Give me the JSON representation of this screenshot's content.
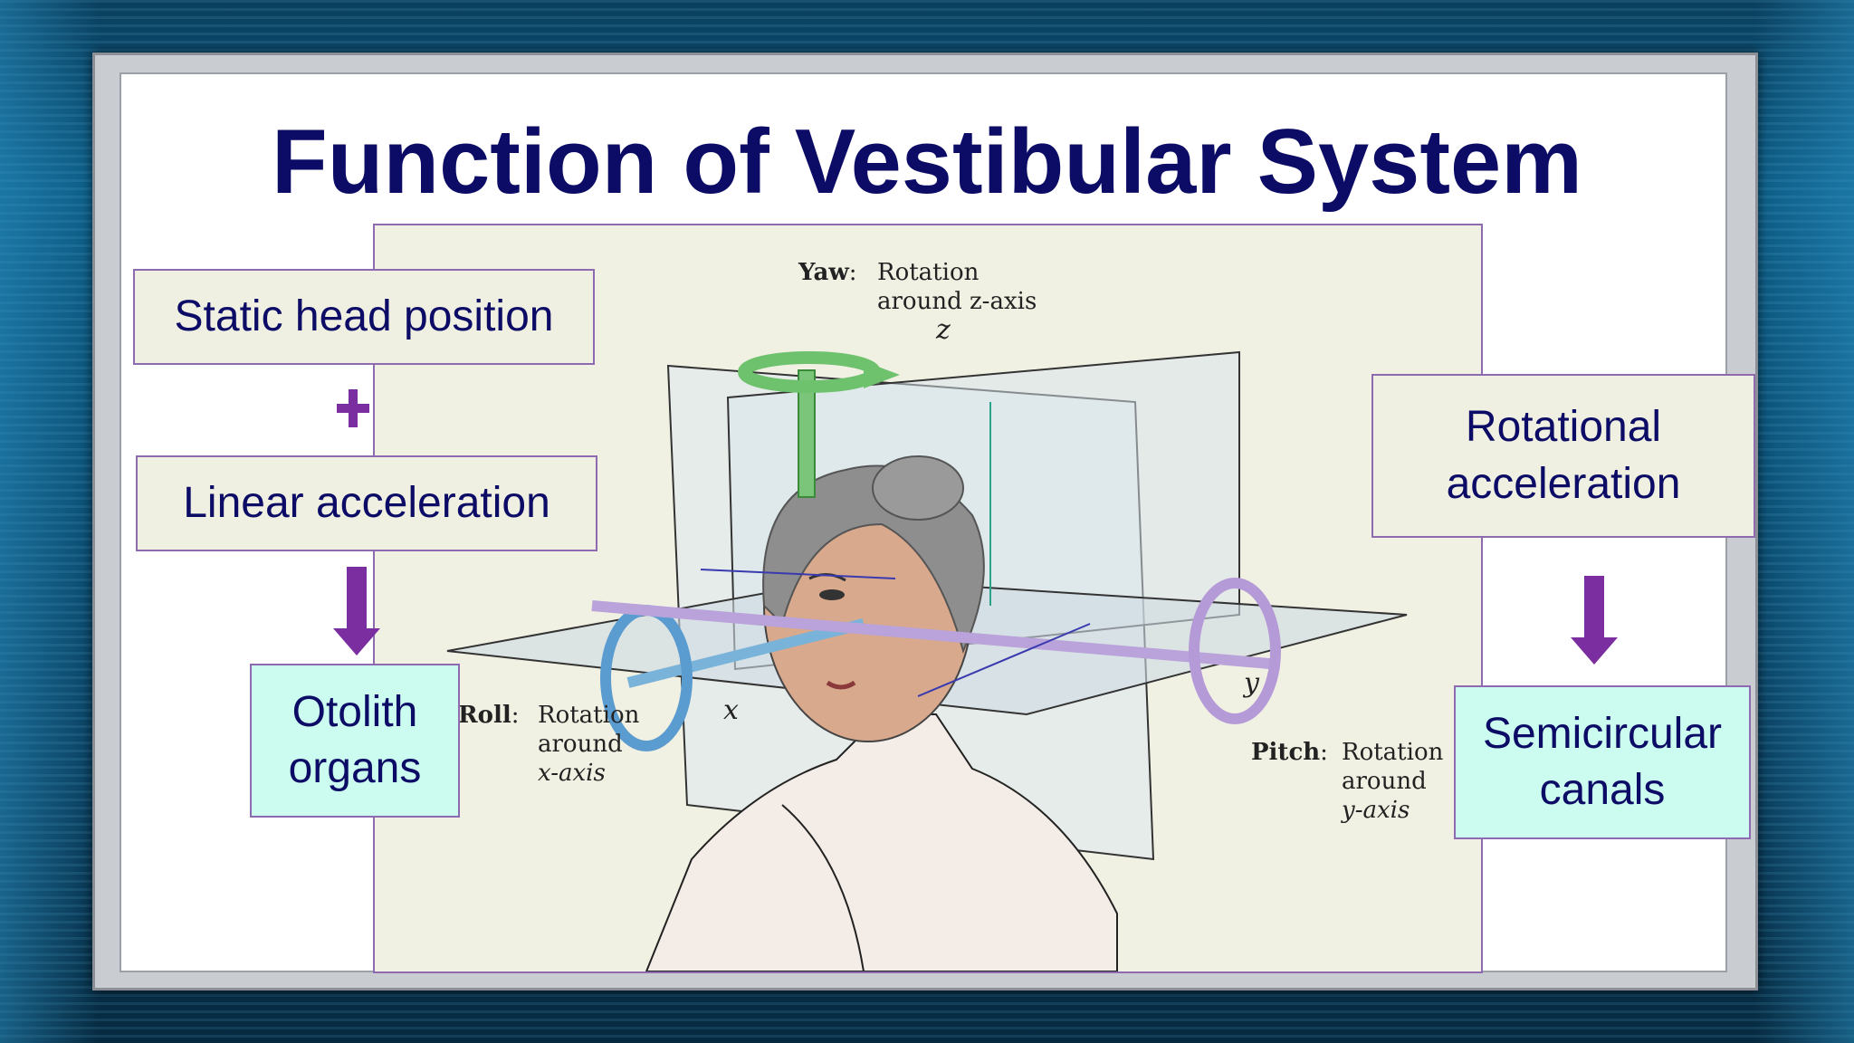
{
  "slide": {
    "title": "Function of Vestibular System"
  },
  "left_flow": {
    "box1": "Static head position",
    "box2": "Linear acceleration",
    "box3_line1": "Otolith",
    "box3_line2": "organs"
  },
  "right_flow": {
    "box1_line1": "Rotational",
    "box1_line2": "acceleration",
    "box2_line1": "Semicircular",
    "box2_line2": "canals"
  },
  "figure": {
    "yaw_term": "Yaw",
    "yaw_line1": "Rotation",
    "yaw_line2": "around z-axis",
    "roll_term": "Roll",
    "roll_line1": "Rotation",
    "roll_line2": "around",
    "roll_line3": "x-axis",
    "pitch_term": "Pitch",
    "pitch_line1": "Rotation",
    "pitch_line2": "around",
    "pitch_line3": "y-axis",
    "axis_z": "z",
    "axis_x": "x",
    "axis_y": "y"
  },
  "colors": {
    "title": "#0c0c66",
    "box_border": "#8e6bb0",
    "beige_box": "#f0f0e2",
    "cyan_box": "#ccfcf0",
    "arrow": "#7a2ea0"
  }
}
